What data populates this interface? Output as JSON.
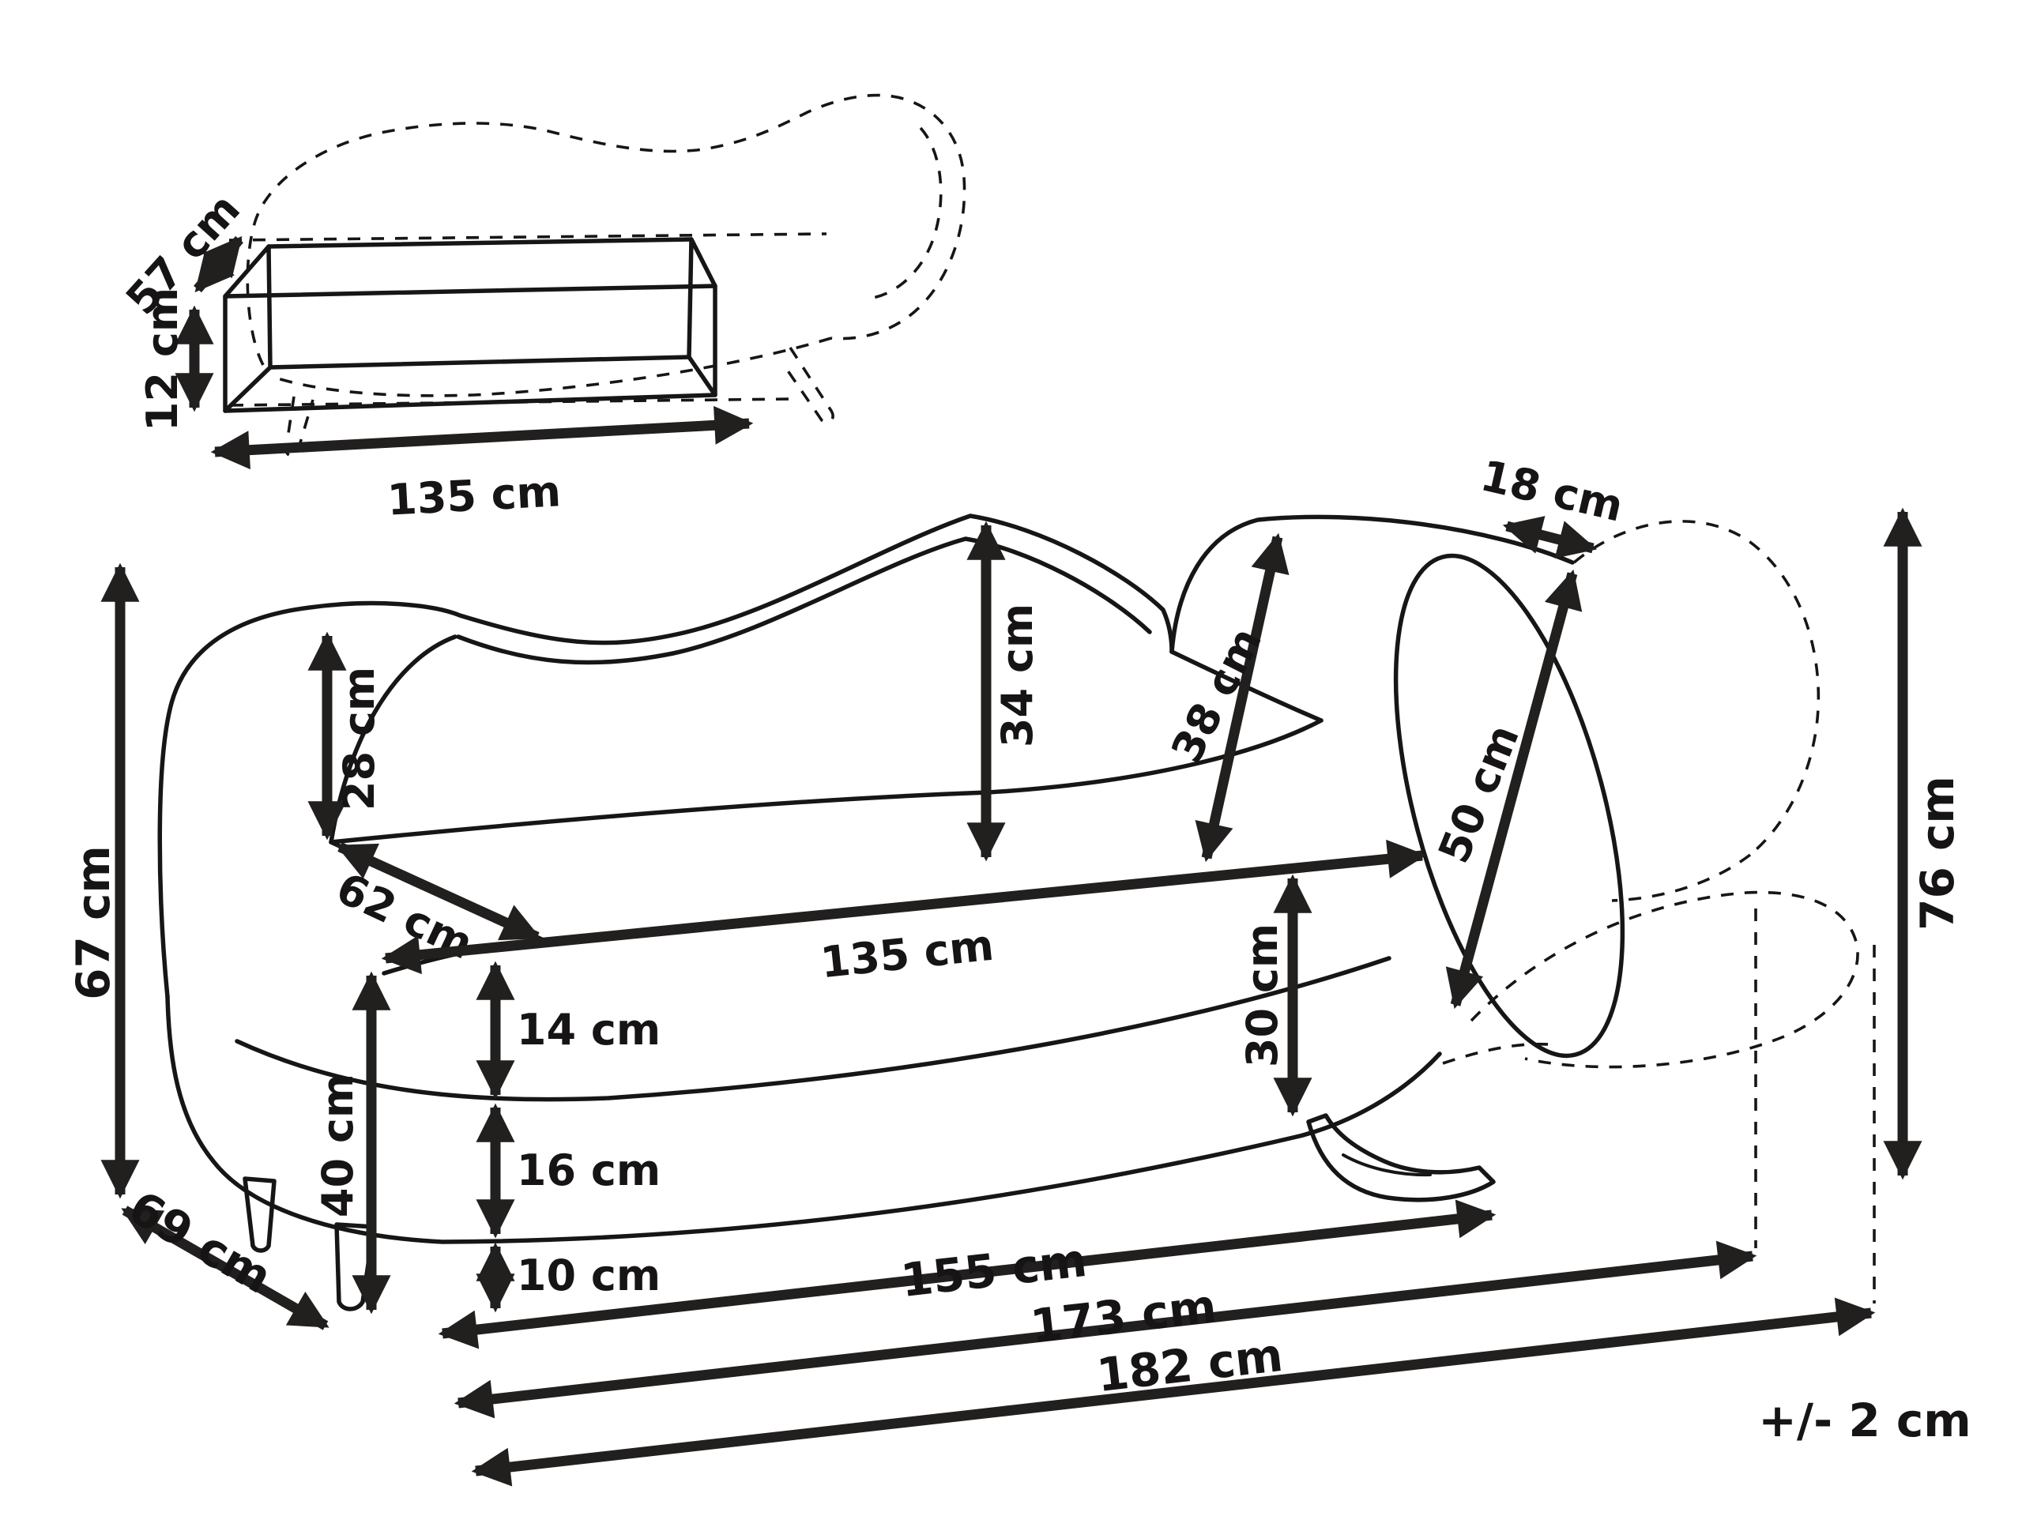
{
  "diagram": {
    "title_hint": "chaise longue dimension drawing",
    "tolerance_note": "+/- 2 cm",
    "inset_storage": {
      "depth": "57 cm",
      "height": "12 cm",
      "width": "135 cm"
    },
    "main": {
      "backrest_total_height": "67 cm",
      "side_depth": "69 cm",
      "arm_above_seat": "28 cm",
      "seat_depth": "62 cm",
      "back_above_seat": "34 cm",
      "bolster_face": "38 cm",
      "bolster_top_width": "18 cm",
      "bolster_length": "50 cm",
      "seat_front_height": "30 cm",
      "raised_height": "76 cm",
      "seat_width": "135 cm",
      "cushion_thickness": "14 cm",
      "base_thickness": "16 cm",
      "leg_height": "10 cm",
      "seat_height": "40 cm",
      "length_inner": "155 cm",
      "length_mid": "173 cm",
      "length_total": "182 cm"
    }
  }
}
